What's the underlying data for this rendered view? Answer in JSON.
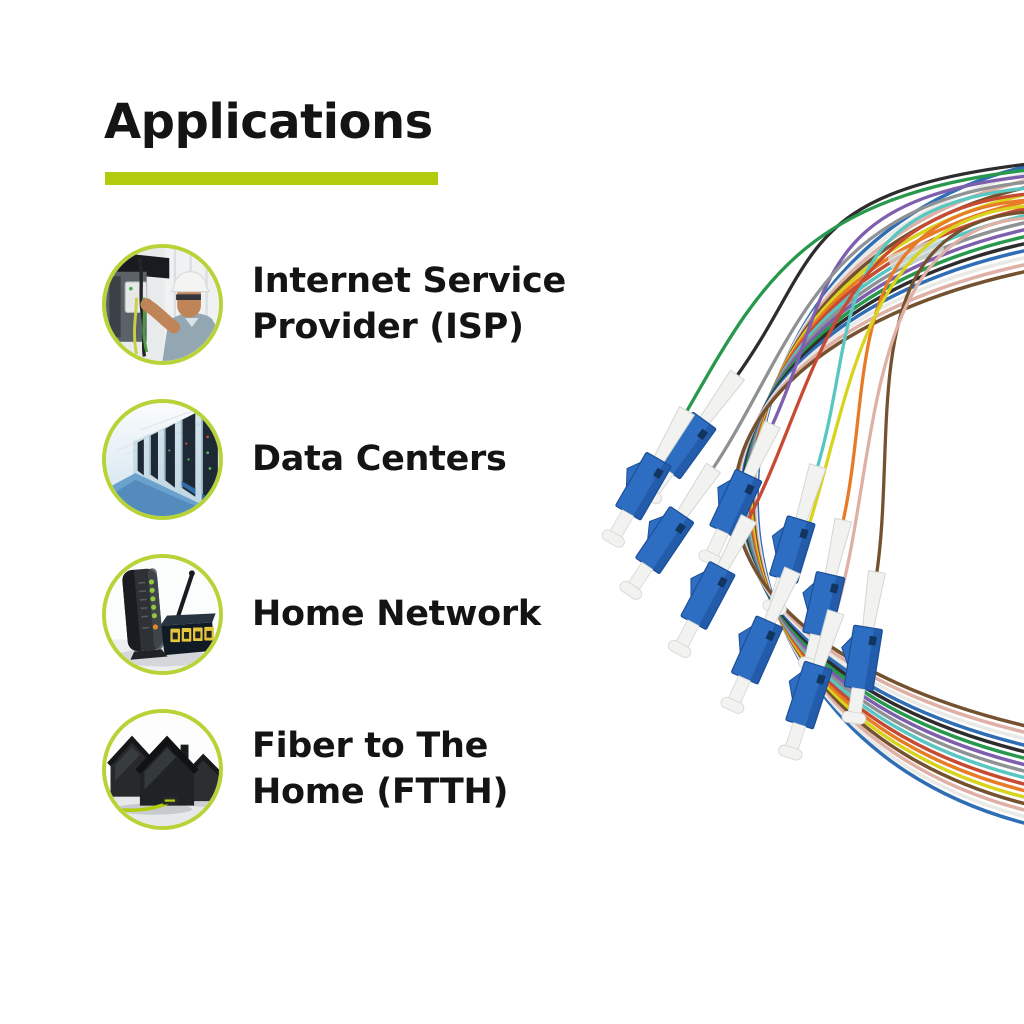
{
  "theme": {
    "accent": "#b2cb0c",
    "ring": "#b8d337",
    "text_color": "#141414",
    "background": "#ffffff"
  },
  "header": {
    "title": "Applications"
  },
  "applications": [
    {
      "icon": "isp-technician-photo",
      "label": "Internet Service Provider (ISP)",
      "lines": [
        "Internet Service",
        "Provider (ISP)"
      ]
    },
    {
      "icon": "data-center-photo",
      "label": "Data Centers",
      "lines": [
        "Data Centers",
        ""
      ]
    },
    {
      "icon": "home-router-photo",
      "label": "Home Network",
      "lines": [
        "Home Network",
        ""
      ]
    },
    {
      "icon": "ftth-houses-photo",
      "label": "Fiber to The Home (FTTH)",
      "lines": [
        "Fiber to The",
        "Home (FTTH)"
      ]
    }
  ],
  "product_image": {
    "subject": "Bundle of LC/UPC fiber optic pigtails with 12-color coded fibers",
    "connector_color": "#2e6ec2",
    "connector_dark_color": "#1c4e97",
    "boot_color": "#f2f3f0",
    "fiber_colors": [
      {
        "name": "blue",
        "hex": "#2f6db5"
      },
      {
        "name": "orange",
        "hex": "#e87b27"
      },
      {
        "name": "green",
        "hex": "#27984c"
      },
      {
        "name": "brown",
        "hex": "#74522f"
      },
      {
        "name": "slate",
        "hex": "#8e9294"
      },
      {
        "name": "white",
        "hex": "#e9e9e6"
      },
      {
        "name": "red",
        "hex": "#c74a32"
      },
      {
        "name": "black",
        "hex": "#2d2d2d"
      },
      {
        "name": "yellow",
        "hex": "#d8d41e"
      },
      {
        "name": "violet",
        "hex": "#7e5fae"
      },
      {
        "name": "rose",
        "hex": "#dfb0a6"
      },
      {
        "name": "aqua",
        "hex": "#59c6c2"
      }
    ]
  }
}
